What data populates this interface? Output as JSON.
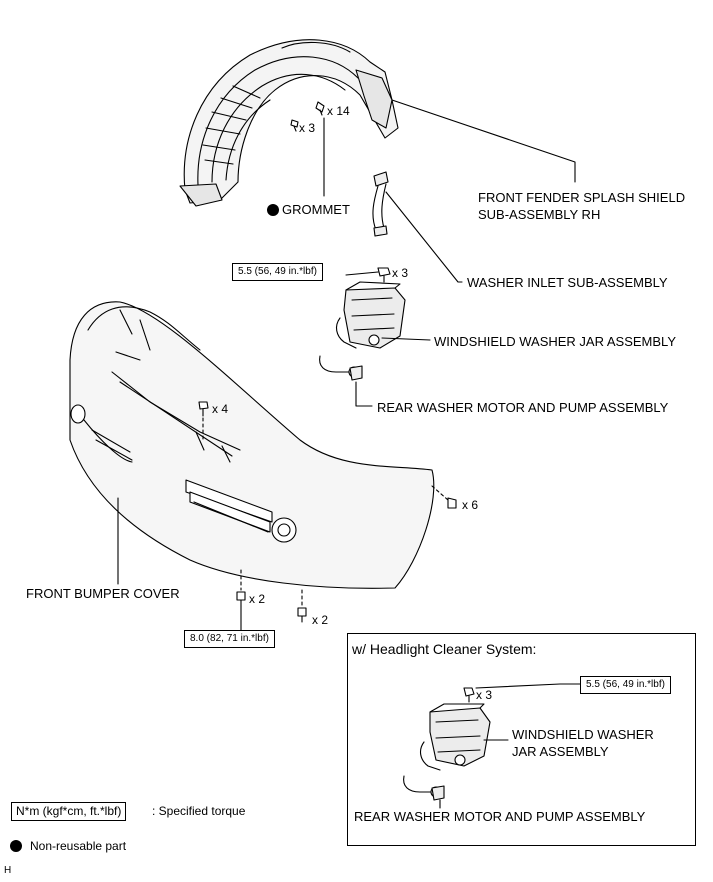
{
  "labels": {
    "grommet": "GROMMET",
    "fender_line1": "FRONT FENDER SPLASH SHIELD",
    "fender_line2": "SUB-ASSEMBLY RH",
    "washer_inlet": "WASHER INLET SUB-ASSEMBLY",
    "washer_jar": "WINDSHIELD WASHER JAR ASSEMBLY",
    "rear_motor": "REAR WASHER MOTOR AND PUMP ASSEMBLY",
    "bumper": "FRONT BUMPER COVER"
  },
  "quantities": {
    "fender_clip": "x 14",
    "fender_screw": "x 3",
    "jar_bolt": "x 3",
    "bumper_top": "x 4",
    "bumper_side": "x 6",
    "bumper_bottom_a": "x 2",
    "bumper_bottom_b": "x 2"
  },
  "torques": {
    "jar_bolt": "5.5 (56, 49 in.*lbf)",
    "bumper_bottom": "8.0 (82, 71 in.*lbf)"
  },
  "inset": {
    "title": "w/ Headlight Cleaner System:",
    "bolt_qty": "x 3",
    "torque": "5.5 (56, 49 in.*lbf)",
    "jar_line1": "WINDSHIELD WASHER",
    "jar_line2": "JAR ASSEMBLY",
    "rear_motor": "REAR WASHER MOTOR AND PUMP ASSEMBLY"
  },
  "legend": {
    "torque_unit": "N*m (kgf*cm, ft.*lbf)",
    "torque_desc": ": Specified torque",
    "nonreusable": "Non-reusable part"
  },
  "footer_code": "H"
}
